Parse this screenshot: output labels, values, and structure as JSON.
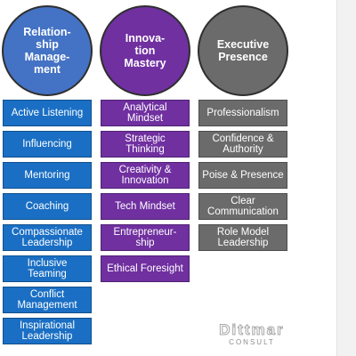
{
  "colors": {
    "relationship": "#1a6fc4",
    "innovation": "#7030a0",
    "executive": "#6b6b6b",
    "circle_relationship": "#4472c4"
  },
  "columns": [
    {
      "heading": "Relation-\nship\nManage-\nment",
      "items": [
        "Active Listening",
        "Influencing",
        "Mentoring",
        "Coaching",
        "Compassionate\nLeadership",
        "Inclusive\nTeaming",
        "Conflict\nManagement",
        "Inspirational\nLeadership"
      ]
    },
    {
      "heading": "Innova-\ntion\nMastery",
      "items": [
        "Analytical\nMindset",
        "Strategic\nThinking",
        "Creativity &\nInnovation",
        "Tech Mindset",
        "Entrepreneur-\nship",
        "Ethical Foresight"
      ]
    },
    {
      "heading": "Executive\nPresence",
      "items": [
        "Professionalism",
        "Confidence &\nAuthority",
        "Poise & Presence",
        "Clear\nCommunication",
        "Role Model\nLeadership"
      ]
    }
  ],
  "logo": {
    "name": "Dittmar",
    "tagline": "CONSULT"
  }
}
